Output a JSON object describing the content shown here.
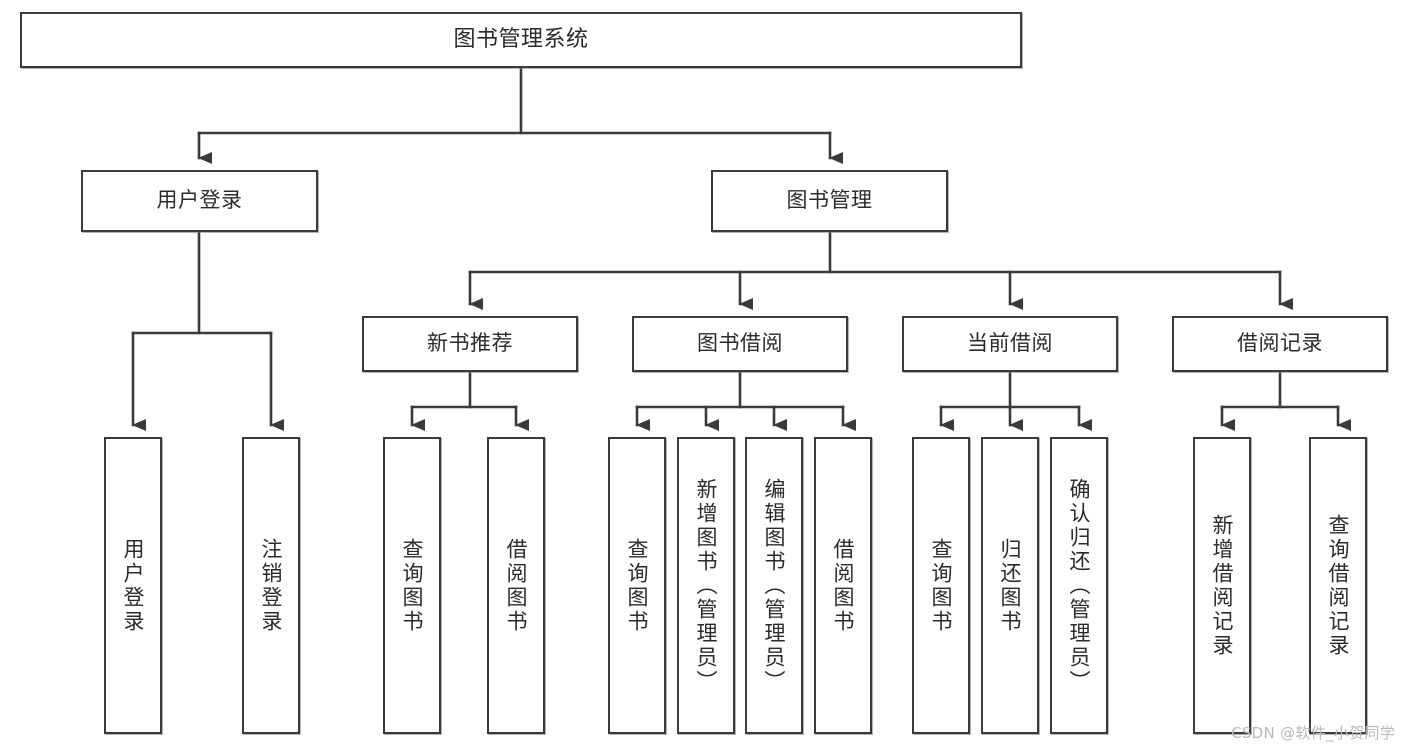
{
  "diagram": {
    "type": "tree-hierarchy-chart",
    "title": "图书管理系统",
    "watermark": "CSDN @软件_小贺同学",
    "colors": {
      "border": "#3a3a3a",
      "background": "#ffffff",
      "text": "#2b2b2b",
      "connector": "#3a3a3a",
      "watermark": "#b9b9b9"
    },
    "nodes": {
      "root": {
        "label": "图书管理系统"
      },
      "level2": [
        {
          "label": "用户登录"
        },
        {
          "label": "图书管理"
        }
      ],
      "level3": [
        {
          "label": "新书推荐"
        },
        {
          "label": "图书借阅"
        },
        {
          "label": "当前借阅"
        },
        {
          "label": "借阅记录"
        }
      ],
      "leaves_user_login": [
        {
          "label": "用户登录"
        },
        {
          "label": "注销登录"
        }
      ],
      "leaves_new_book": [
        {
          "label": "查询图书"
        },
        {
          "label": "借阅图书"
        }
      ],
      "leaves_borrow": [
        {
          "label": "查询图书"
        },
        {
          "label": "新增图书（管理员）"
        },
        {
          "label": "编辑图书（管理员）"
        },
        {
          "label": "借阅图书"
        }
      ],
      "leaves_current": [
        {
          "label": "查询图书"
        },
        {
          "label": "归还图书"
        },
        {
          "label": "确认归还（管理员）"
        }
      ],
      "leaves_records": [
        {
          "label": "新增借阅记录"
        },
        {
          "label": "查询借阅记录"
        }
      ]
    }
  }
}
